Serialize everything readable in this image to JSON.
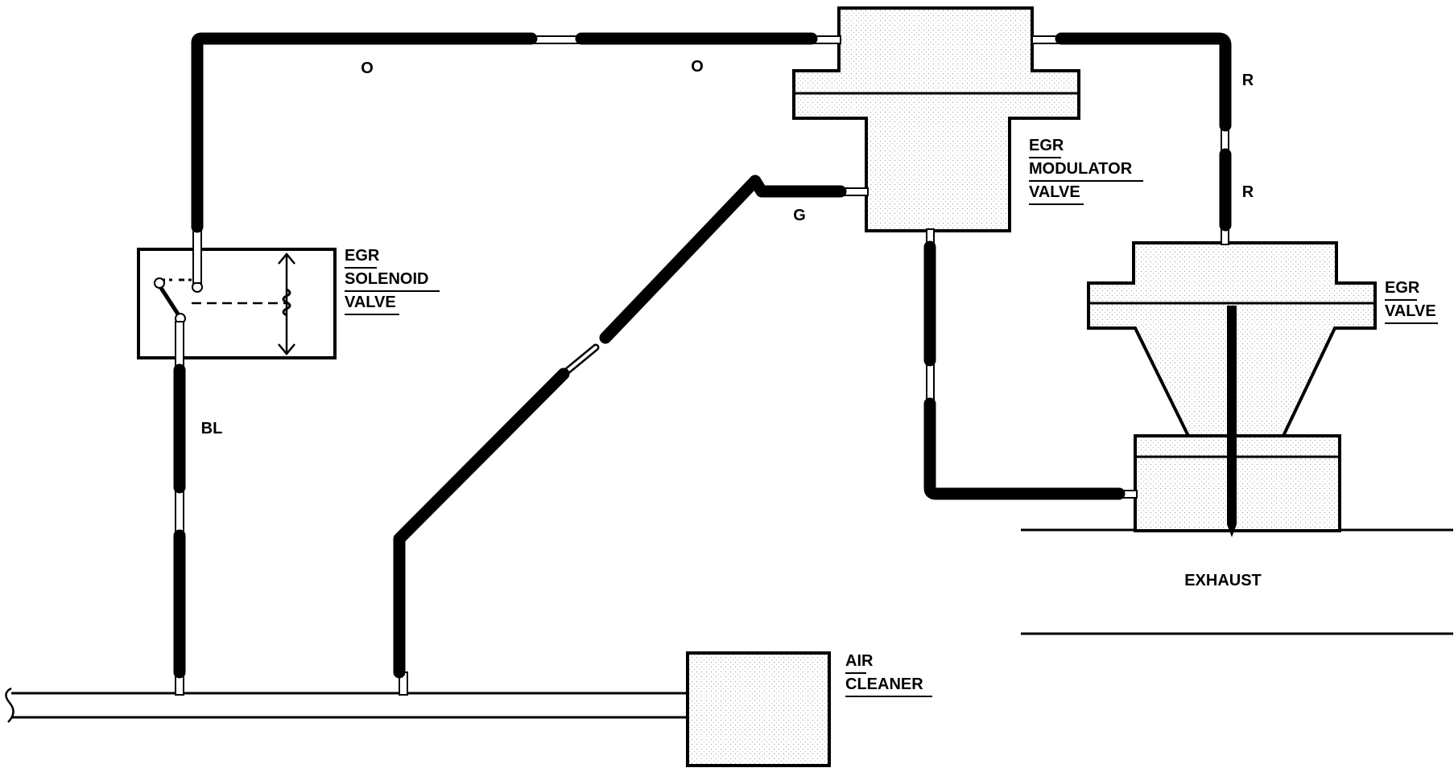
{
  "components": {
    "egr_solenoid_valve": [
      "EGR",
      "SOLENOID",
      "VALVE"
    ],
    "egr_modulator_valve": [
      "EGR",
      "MODULATOR",
      "VALVE"
    ],
    "egr_valve": [
      "EGR",
      "VALVE"
    ],
    "air_cleaner": [
      "AIR",
      "CLEANER"
    ],
    "exhaust": "EXHAUST"
  },
  "hose_labels": {
    "orange_1": "O",
    "orange_2": "O",
    "red_1": "R",
    "red_2": "R",
    "green": "G",
    "blue": "BL"
  }
}
